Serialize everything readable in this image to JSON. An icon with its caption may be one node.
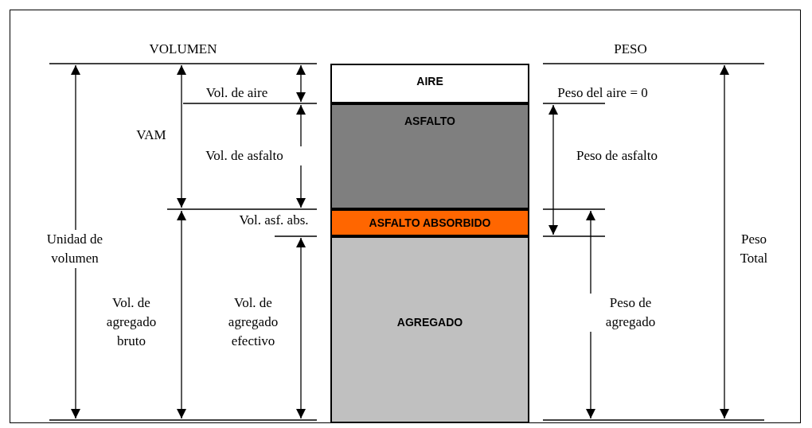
{
  "diagram": {
    "nodes": [
      {
        "text": [
          "AIRE"
        ]
      },
      {
        "text": [
          "ASFALTO"
        ]
      },
      {
        "text": [
          "ASFALTO ABSORBIDO"
        ]
      },
      {
        "text": [
          "AGREGADO"
        ]
      }
    ],
    "labels": [
      "VOLUMEN",
      "PESO",
      "Vol. de aire",
      "Peso del aire = 0",
      "VAM",
      "Vol. de asfalto",
      "Peso de asfalto",
      "Vol. asf. abs.",
      "Unidad de volumen",
      "Peso Total",
      "Vol. de agregado bruto",
      "Vol. de agregado efectivo",
      "Peso de agregado"
    ]
  }
}
